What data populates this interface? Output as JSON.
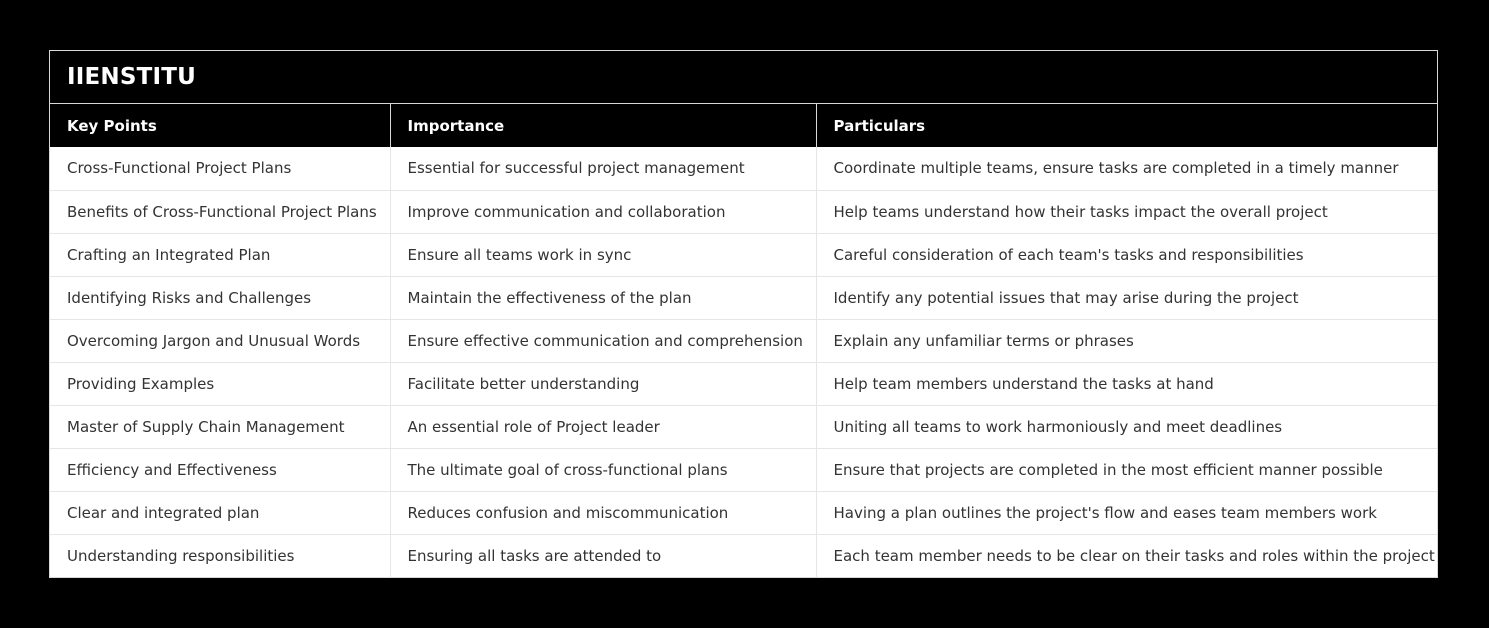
{
  "brand": {
    "title": "IIENSTITU"
  },
  "colors": {
    "page_background": "#000000",
    "header_background": "#000000",
    "header_text": "#ffffff",
    "body_background": "#ffffff",
    "body_text": "#333333",
    "outer_border": "#d8d8d8",
    "row_divider": "#e6e6e6"
  },
  "table": {
    "columns": [
      {
        "label": "Key Points"
      },
      {
        "label": "Importance"
      },
      {
        "label": "Particulars"
      }
    ],
    "rows": [
      {
        "key_points": "Cross-Functional Project Plans",
        "importance": "Essential for successful project management",
        "particulars": "Coordinate multiple teams, ensure tasks are completed in a timely manner"
      },
      {
        "key_points": "Benefits of Cross-Functional Project Plans",
        "importance": "Improve communication and collaboration",
        "particulars": "Help teams understand how their tasks impact the overall project"
      },
      {
        "key_points": "Crafting an Integrated Plan",
        "importance": "Ensure all teams work in sync",
        "particulars": "Careful consideration of each team's tasks and responsibilities"
      },
      {
        "key_points": "Identifying Risks and Challenges",
        "importance": "Maintain the effectiveness of the plan",
        "particulars": "Identify any potential issues that may arise during the project"
      },
      {
        "key_points": "Overcoming Jargon and Unusual Words",
        "importance": "Ensure effective communication and comprehension",
        "particulars": "Explain any unfamiliar terms or phrases"
      },
      {
        "key_points": "Providing Examples",
        "importance": "Facilitate better understanding",
        "particulars": "Help team members understand the tasks at hand"
      },
      {
        "key_points": "Master of Supply Chain Management",
        "importance": "An essential role of Project leader",
        "particulars": "Uniting all teams to work harmoniously and meet deadlines"
      },
      {
        "key_points": "Efficiency and Effectiveness",
        "importance": "The ultimate goal of cross-functional plans",
        "particulars": "Ensure that projects are completed in the most efficient manner possible"
      },
      {
        "key_points": "Clear and integrated plan",
        "importance": "Reduces confusion and miscommunication",
        "particulars": "Having a plan outlines the project's flow and eases team members work"
      },
      {
        "key_points": "Understanding responsibilities",
        "importance": "Ensuring all tasks are attended to",
        "particulars": "Each team member needs to be clear on their tasks and roles within the project"
      }
    ]
  }
}
